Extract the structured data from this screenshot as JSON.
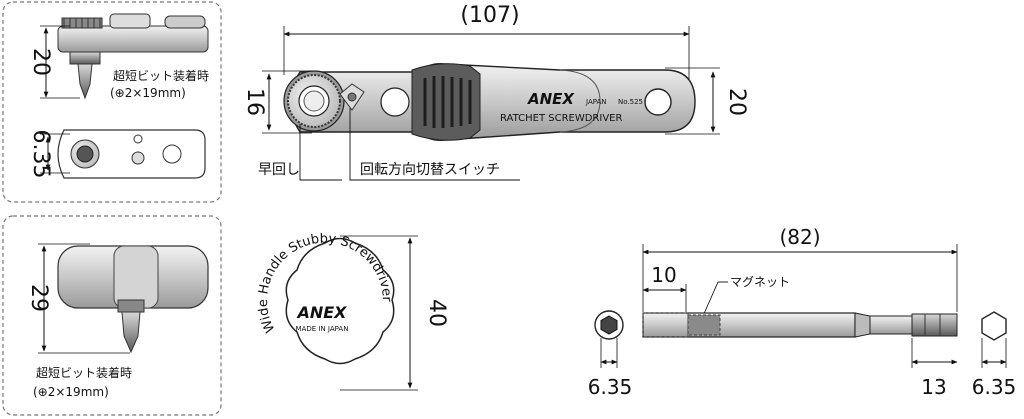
{
  "panel_top_left": {
    "dim_height": "20",
    "dim_thickness": "6.35",
    "note_line1": "超短ビット装着時",
    "note_line2": "(⊕2×19mm)"
  },
  "main_view": {
    "dim_length": "(107)",
    "dim_head": "16",
    "dim_handle": "20",
    "brand": "ANEX",
    "origin": "JAPAN",
    "model": "No.525",
    "product": "RATCHET SCREWDRIVER",
    "callout_quick": "早回し",
    "callout_switch": "回転方向切替スイッチ"
  },
  "panel_bottom_left": {
    "dim_height": "29",
    "note_line1": "超短ビット装着時",
    "note_line2": "(⊕2×19mm)"
  },
  "handle_top_view": {
    "dim_diameter": "40",
    "brand": "ANEX",
    "made_in": "MADE IN JAPAN",
    "ring_text": "Wide Handle Stubby Screwdriver"
  },
  "bit_holder": {
    "dim_length": "(82)",
    "dim_socket_depth": "10",
    "label_magnet": "マグネット",
    "dim_socket_hex": "6.35",
    "dim_shank_length": "13",
    "dim_shank_hex": "6.35"
  }
}
